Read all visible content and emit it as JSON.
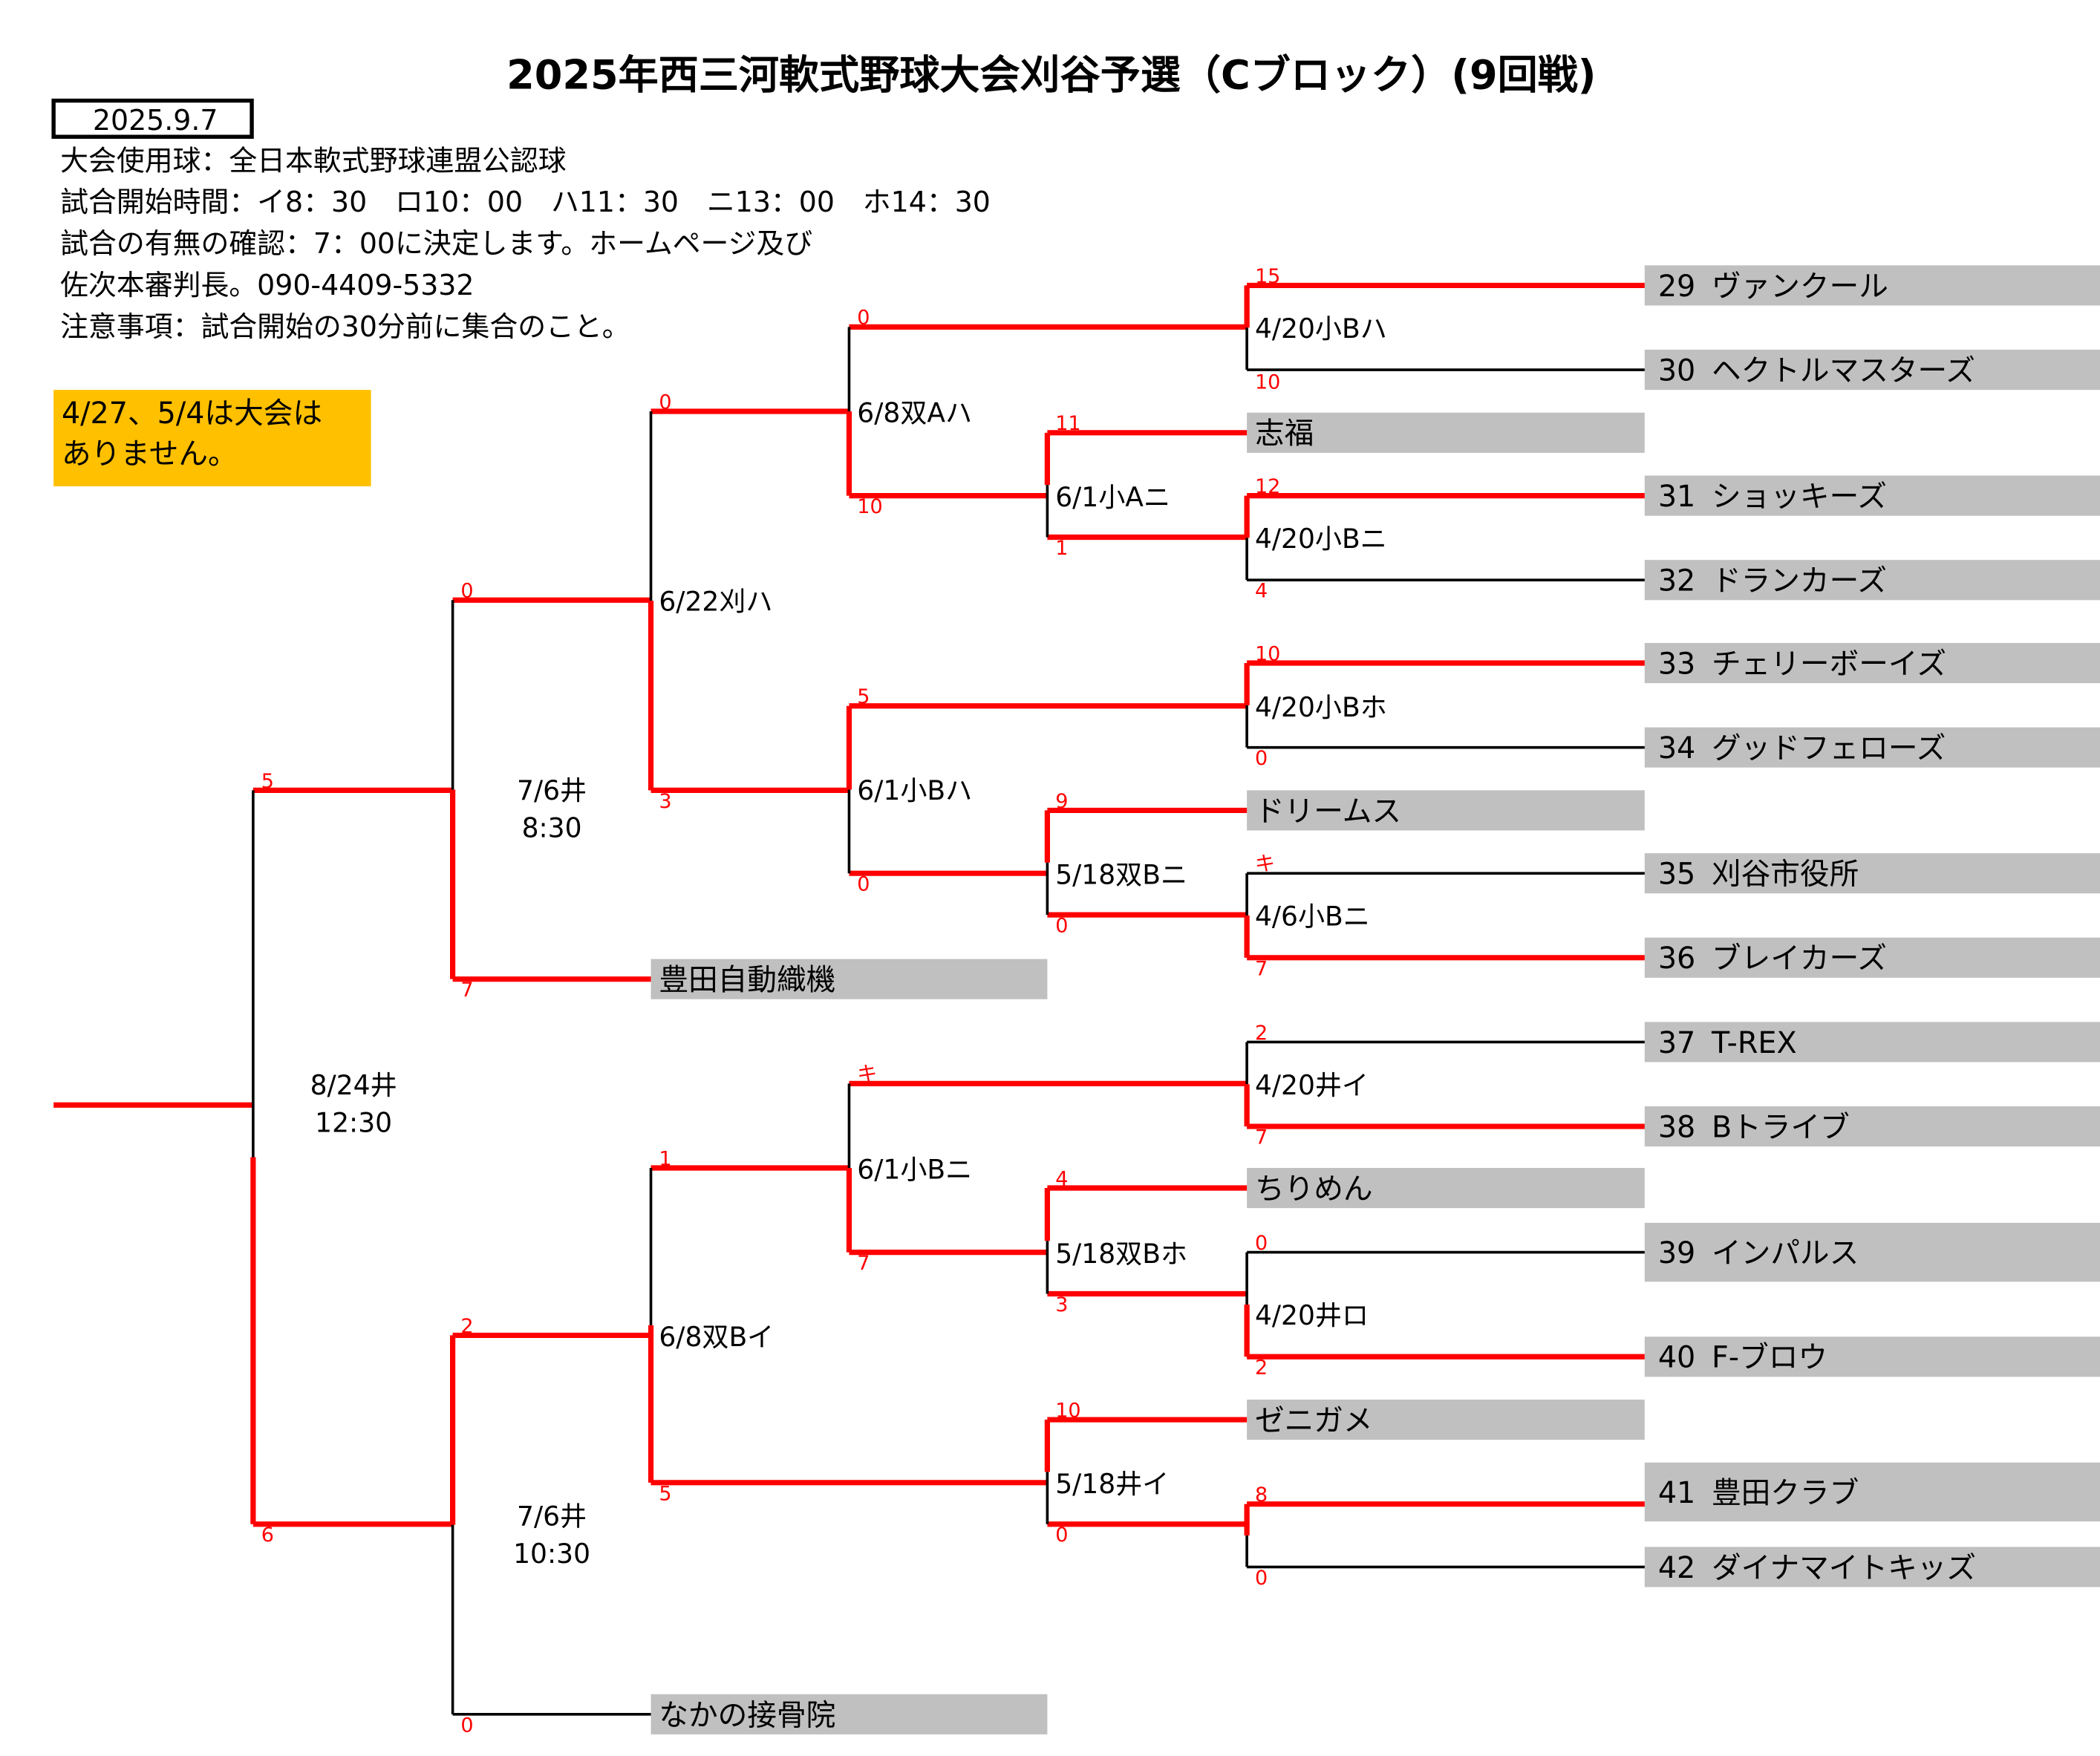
{
  "title": "2025年西三河軟式野球大会刈谷予選（Cブロック）(9回戦)",
  "date": "2025.9.7",
  "info": [
    "大会使用球：全日本軟式野球連盟公認球",
    "試合開始時間：イ8：30　ロ10：00　ハ11：30　ニ13：00　ホ14：30",
    "試合の有無の確認：7：00に決定します。ホームページ及び",
    "佐次本審判長。090-4409-5332",
    "注意事項：試合開始の30分前に集合のこと。"
  ],
  "notice": [
    "4/27、5/4は大会は",
    "ありません。"
  ],
  "colors": {
    "win_line": "#ff0000",
    "box": "#c0c0c0",
    "notice_bg": "#ffc000"
  },
  "teams": [
    {
      "num": "29",
      "name": "ヴァンクール"
    },
    {
      "num": "30",
      "name": "ヘクトルマスターズ"
    },
    {
      "num": "31",
      "name": "ショッキーズ"
    },
    {
      "num": "32",
      "name": "ドランカーズ"
    },
    {
      "num": "33",
      "name": "チェリーボーイズ"
    },
    {
      "num": "34",
      "name": "グッドフェローズ"
    },
    {
      "num": "35",
      "name": "刈谷市役所"
    },
    {
      "num": "36",
      "name": "ブレイカーズ"
    },
    {
      "num": "37",
      "name": "T-REX"
    },
    {
      "num": "38",
      "name": "Bトライブ"
    },
    {
      "num": "39",
      "name": "インパルス"
    },
    {
      "num": "40",
      "name": "F-ブロウ"
    },
    {
      "num": "41",
      "name": "豊田クラブ"
    },
    {
      "num": "42",
      "name": "ダイナマイトキッズ"
    }
  ],
  "seeded": [
    "志福",
    "ドリームス",
    "ちりめん",
    "ゼニガメ",
    "豊田自動織機",
    "なかの接骨院"
  ],
  "matches": {
    "r1": [
      "4/20小Bハ",
      "4/20小Bニ",
      "4/20小Bホ",
      "4/6小Bニ",
      "4/20井イ",
      "4/20井ロ"
    ],
    "r2": [
      "6/1小Aニ",
      "5/18双Bニ",
      "5/18双Bホ",
      "5/18井イ"
    ],
    "r3": [
      "6/8双Aハ",
      "6/1小Bハ",
      "6/1小Bニ"
    ],
    "r4": [
      "6/22刈ハ",
      "6/8双Bイ"
    ],
    "r5": [
      {
        "date": "7/6井",
        "time": "8:30"
      },
      {
        "date": "7/6井",
        "time": "10:30"
      }
    ],
    "final": {
      "date": "8/24井",
      "time": "12:30"
    }
  },
  "scores": {
    "r1": [
      "15",
      "10",
      "12",
      "4",
      "10",
      "0",
      "キ",
      "7",
      "2",
      "7",
      "0",
      "2",
      "8",
      "0"
    ],
    "r2": [
      "11",
      "1",
      "9",
      "0",
      "4",
      "3",
      "10",
      "0"
    ],
    "r3": [
      "0",
      "10",
      "5",
      "0",
      "キ",
      "7"
    ],
    "r4": [
      "0",
      "3",
      "1",
      "5"
    ],
    "r5": [
      "0",
      "7",
      "2",
      "0"
    ],
    "final": [
      "5",
      "6"
    ]
  }
}
